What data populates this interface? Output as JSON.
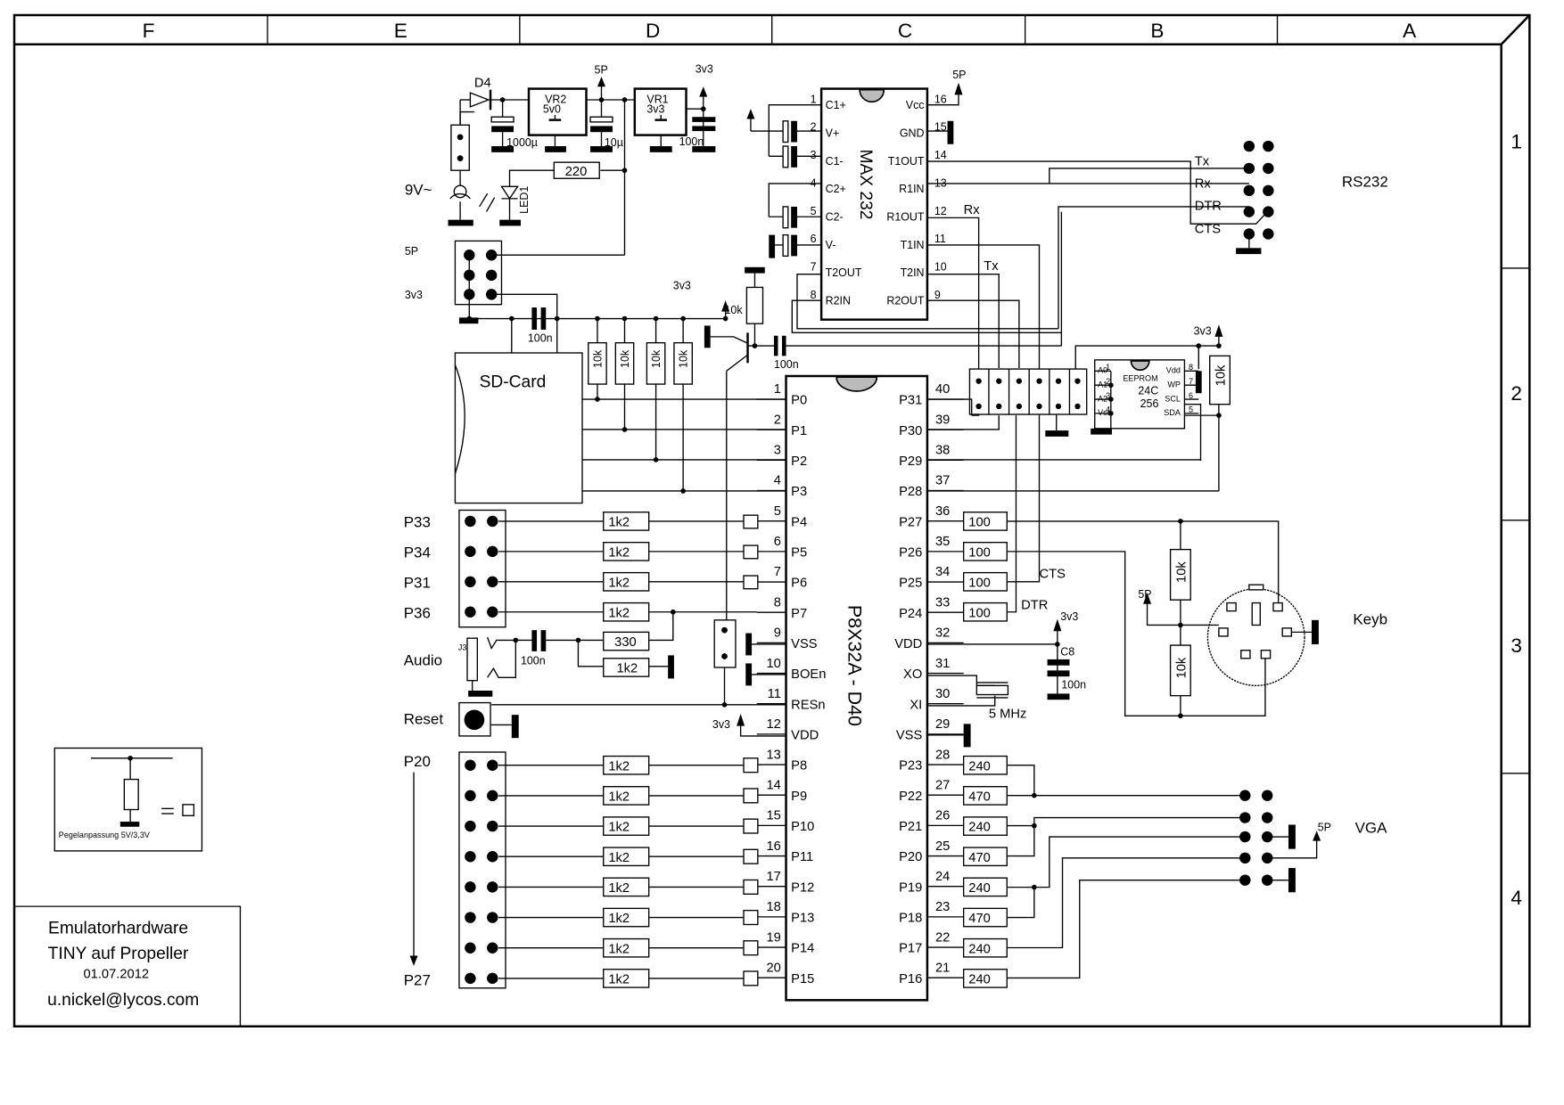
{
  "frame": {
    "columns": [
      "F",
      "E",
      "D",
      "C",
      "B",
      "A"
    ],
    "rows": [
      "1",
      "2",
      "3",
      "4"
    ]
  },
  "title_block": {
    "line1": "Emulatorhardware",
    "line2": "TINY auf Propeller",
    "date": "01.07.2012",
    "email": "u.nickel@lycos.com"
  },
  "legend": {
    "caption": "Pegelanpassung 5V/3,3V",
    "equals": "="
  },
  "power": {
    "diode": "D4",
    "vr2_name": "VR2",
    "vr2_value": "5v0",
    "vr1_name": "VR1",
    "vr1_value": "3v3",
    "cap_1000": "1000µ",
    "cap_10": "10µ",
    "cap_100n": "100n",
    "res_220": "220",
    "led": "LED1",
    "input": "9V~",
    "rail_5p": "5P",
    "rail_3v3": "3v3",
    "hdr_5p": "5P",
    "hdr_3v3": "3v3"
  },
  "max232": {
    "name": "MAX 232",
    "left_pins": [
      {
        "num": "1",
        "name": "C1+"
      },
      {
        "num": "2",
        "name": "V+"
      },
      {
        "num": "3",
        "name": "C1-"
      },
      {
        "num": "4",
        "name": "C2+"
      },
      {
        "num": "5",
        "name": "C2-"
      },
      {
        "num": "6",
        "name": "V-"
      },
      {
        "num": "7",
        "name": "T2OUT"
      },
      {
        "num": "8",
        "name": "R2IN"
      }
    ],
    "right_pins": [
      {
        "num": "16",
        "name": "Vcc"
      },
      {
        "num": "15",
        "name": "GND"
      },
      {
        "num": "14",
        "name": "T1OUT"
      },
      {
        "num": "13",
        "name": "R1IN"
      },
      {
        "num": "12",
        "name": "R1OUT"
      },
      {
        "num": "11",
        "name": "T1IN"
      },
      {
        "num": "10",
        "name": "T2IN"
      },
      {
        "num": "9",
        "name": "R2OUT"
      }
    ],
    "vcc_rail": "5P",
    "net_rx": "Rx",
    "net_tx": "Tx"
  },
  "rs232": {
    "title": "RS232",
    "signals": [
      "Tx",
      "Rx",
      "DTR",
      "CTS"
    ]
  },
  "sdcard": {
    "label": "SD-Card",
    "cap": "100n",
    "rail": "3v3",
    "pullups": [
      "10k",
      "10k",
      "10k",
      "10k"
    ]
  },
  "transistor": {
    "res": "10k",
    "cap": "100n"
  },
  "propeller": {
    "name": "P8X32A - D40",
    "left_pins": [
      {
        "num": "1",
        "name": "P0"
      },
      {
        "num": "2",
        "name": "P1"
      },
      {
        "num": "3",
        "name": "P2"
      },
      {
        "num": "4",
        "name": "P3"
      },
      {
        "num": "5",
        "name": "P4"
      },
      {
        "num": "6",
        "name": "P5"
      },
      {
        "num": "7",
        "name": "P6"
      },
      {
        "num": "8",
        "name": "P7"
      },
      {
        "num": "9",
        "name": "VSS"
      },
      {
        "num": "10",
        "name": "BOEn"
      },
      {
        "num": "11",
        "name": "RESn"
      },
      {
        "num": "12",
        "name": "VDD"
      },
      {
        "num": "13",
        "name": "P8"
      },
      {
        "num": "14",
        "name": "P9"
      },
      {
        "num": "15",
        "name": "P10"
      },
      {
        "num": "16",
        "name": "P11"
      },
      {
        "num": "17",
        "name": "P12"
      },
      {
        "num": "18",
        "name": "P13"
      },
      {
        "num": "19",
        "name": "P14"
      },
      {
        "num": "20",
        "name": "P15"
      }
    ],
    "right_pins": [
      {
        "num": "40",
        "name": "P31"
      },
      {
        "num": "39",
        "name": "P30"
      },
      {
        "num": "38",
        "name": "P29"
      },
      {
        "num": "37",
        "name": "P28"
      },
      {
        "num": "36",
        "name": "P27"
      },
      {
        "num": "35",
        "name": "P26"
      },
      {
        "num": "34",
        "name": "P25"
      },
      {
        "num": "33",
        "name": "P24"
      },
      {
        "num": "32",
        "name": "VDD"
      },
      {
        "num": "31",
        "name": "XO"
      },
      {
        "num": "30",
        "name": "XI"
      },
      {
        "num": "29",
        "name": "VSS"
      },
      {
        "num": "28",
        "name": "P23"
      },
      {
        "num": "27",
        "name": "P22"
      },
      {
        "num": "26",
        "name": "P21"
      },
      {
        "num": "25",
        "name": "P20"
      },
      {
        "num": "24",
        "name": "P19"
      },
      {
        "num": "23",
        "name": "P18"
      },
      {
        "num": "22",
        "name": "P17"
      },
      {
        "num": "21",
        "name": "P16"
      }
    ],
    "vdd_rail": "3v3"
  },
  "io_header": {
    "labels": [
      "P33",
      "P34",
      "P31",
      "P36"
    ],
    "resistors": [
      "1k2",
      "1k2",
      "1k2",
      "1k2"
    ]
  },
  "audio": {
    "label": "Audio",
    "jack": "J3",
    "cap": "100n",
    "r1": "330",
    "r2": "1k2"
  },
  "reset": {
    "label": "Reset"
  },
  "port_header": {
    "from": "P20",
    "to": "P27",
    "resistors": [
      "1k2",
      "1k2",
      "1k2",
      "1k2",
      "1k2",
      "1k2",
      "1k2",
      "1k2"
    ]
  },
  "keyboard_res": [
    "100",
    "100",
    "100",
    "100"
  ],
  "net_cts": "CTS",
  "net_dtr": "DTR",
  "decoupling": {
    "rail": "3v3",
    "name": "C8",
    "value": "100n"
  },
  "crystal": {
    "freq": "5 MHz"
  },
  "eeprom": {
    "title": "EEPROM",
    "part1": "24C",
    "part2": "256",
    "left_pins": [
      {
        "num": "1",
        "name": "A0"
      },
      {
        "num": "2",
        "name": "A1"
      },
      {
        "num": "3",
        "name": "A2"
      },
      {
        "num": "4",
        "name": "Vss"
      }
    ],
    "right_pins": [
      {
        "num": "8",
        "name": "Vdd"
      },
      {
        "num": "7",
        "name": "WP"
      },
      {
        "num": "6",
        "name": "SCL"
      },
      {
        "num": "5",
        "name": "SDA"
      }
    ],
    "rail": "3v3",
    "pullup": "10k"
  },
  "keyb": {
    "title": "Keyb",
    "rail": "5P",
    "r_top": "10k",
    "r_bot": "10k"
  },
  "vga": {
    "title": "VGA",
    "rail": "5P",
    "resistors": [
      "240",
      "470",
      "240",
      "470",
      "240",
      "470",
      "240",
      "240"
    ]
  }
}
